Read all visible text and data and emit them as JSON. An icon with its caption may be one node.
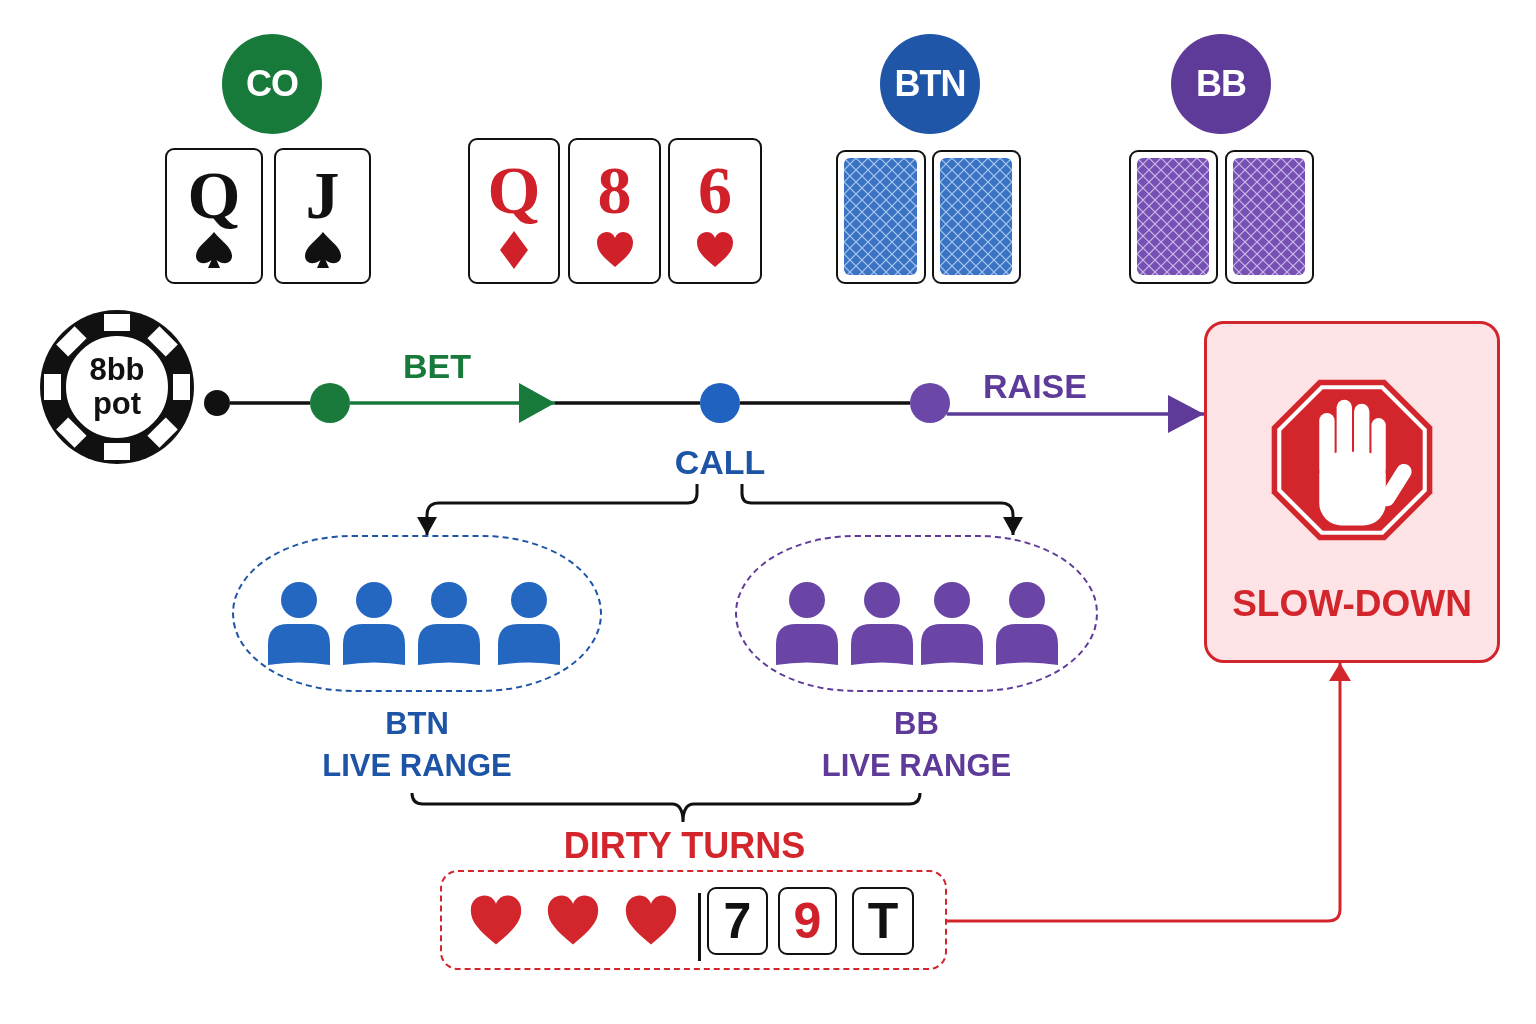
{
  "diagram": {
    "nodes": [
      {
        "text": [
          "CO"
        ]
      },
      {
        "text": [
          "BTN"
        ]
      },
      {
        "text": [
          "BB"
        ]
      },
      {
        "text": [
          "Q"
        ]
      },
      {
        "text": [
          "J"
        ]
      },
      {
        "text": [
          "Q"
        ]
      },
      {
        "text": [
          "8"
        ]
      },
      {
        "text": [
          "6"
        ]
      },
      {
        "text": [],
        "shape": "box"
      },
      {
        "text": [],
        "shape": "box"
      },
      {
        "text": [],
        "shape": "box"
      },
      {
        "text": [],
        "shape": "box"
      },
      {
        "text": [
          "8bb pot"
        ]
      },
      {
        "text": [],
        "shape": "circle"
      },
      {
        "text": [],
        "shape": "circle"
      },
      {
        "text": [],
        "shape": "circle"
      },
      {
        "text": [],
        "shape": "circle"
      },
      {
        "text": [
          "SLOW-DOWN"
        ]
      },
      {
        "text": [
          "CALL"
        ]
      },
      {
        "text": [
          "BTN",
          "LIVE RANGE"
        ]
      },
      {
        "text": [
          "BB",
          "LIVE RANGE"
        ]
      },
      {
        "text": [
          "DIRTY TURNS"
        ]
      },
      {
        "text": [
          "7"
        ],
        "in": 21
      },
      {
        "text": [
          "9"
        ],
        "in": 21
      },
      {
        "text": [
          "T"
        ],
        "in": 21
      }
    ],
    "edges": [
      {
        "from": 13,
        "to": 14,
        "arrow": "none"
      },
      {
        "from": 14,
        "to": null,
        "arrow": "to",
        "label": "BET",
        "color": "#17793a"
      },
      {
        "from": null,
        "to": 15,
        "arrow": "none"
      },
      {
        "from": 15,
        "to": 16,
        "arrow": "none"
      },
      {
        "from": 16,
        "to": 17,
        "arrow": "to",
        "label": "RAISE",
        "color": "#5e3b98"
      },
      {
        "from": 18,
        "to": 19,
        "arrow": "to"
      },
      {
        "from": 18,
        "to": 20,
        "arrow": "to"
      },
      {
        "from": 21,
        "to": 17,
        "arrow": "to",
        "color": "#d3262c"
      }
    ]
  }
}
